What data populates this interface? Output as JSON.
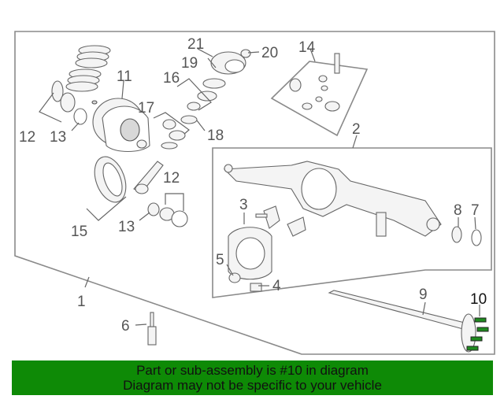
{
  "callouts": {
    "c1": "1",
    "c2": "2",
    "c3": "3",
    "c4": "4",
    "c5": "5",
    "c6": "6",
    "c7": "7",
    "c8": "8",
    "c9": "9",
    "c10": "10",
    "c11": "11",
    "c12a": "12",
    "c12b": "12",
    "c13a": "13",
    "c13b": "13",
    "c14": "14",
    "c15": "15",
    "c16": "16",
    "c17": "17",
    "c18": "18",
    "c19": "19",
    "c20": "20",
    "c21": "21"
  },
  "highlight_part": "10",
  "banner": {
    "line1": "Part or sub-assembly is #10 in diagram",
    "line2": "Diagram may not be specific to your vehicle",
    "color": "#0e8a06"
  }
}
